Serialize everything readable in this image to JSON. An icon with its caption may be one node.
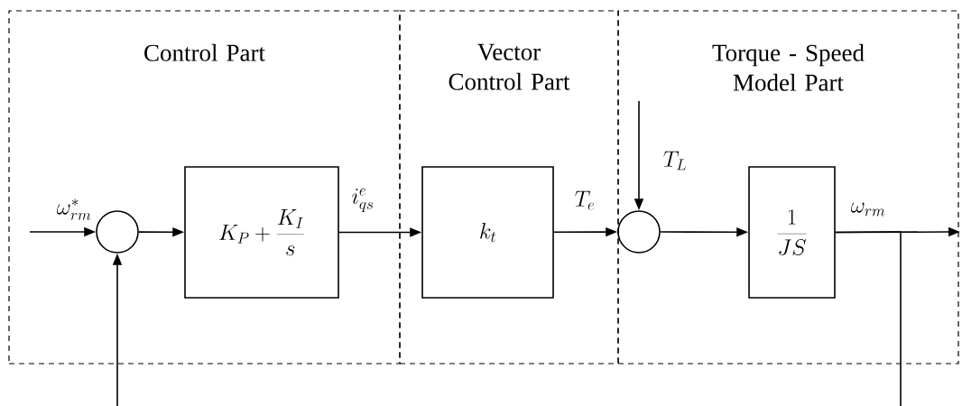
{
  "diagram": {
    "nodes": [
      {
        "text": [
          "Control  Part"
        ]
      },
      {
        "text": [
          "Vector Control Part"
        ]
      },
      {
        "text": [
          "Torque - Speed Model Part"
        ]
      },
      {
        "text": [],
        "shape": "circle",
        "in": 0
      },
      {
        "text": [
          "K_P + \\frac{K_I}{s}"
        ],
        "in": 0
      },
      {
        "text": [
          "k_t"
        ],
        "in": 1
      },
      {
        "text": [],
        "shape": "circle",
        "in": 2
      },
      {
        "text": [
          "\\frac{1}{JS}"
        ],
        "in": 2
      }
    ],
    "edges": [
      {
        "from": null,
        "to": 3,
        "arrow": "to",
        "label": "\\omega_{rm}^{*}"
      },
      {
        "from": 3,
        "to": 4,
        "arrow": "to"
      },
      {
        "from": 4,
        "to": 5,
        "arrow": "to",
        "label": "i_{qs}^{e}"
      },
      {
        "from": 5,
        "to": 6,
        "arrow": "to",
        "label": "T_e"
      },
      {
        "from": null,
        "to": 6,
        "arrow": "to",
        "label": "T_L"
      },
      {
        "from": 6,
        "to": 7,
        "arrow": "to"
      },
      {
        "from": 7,
        "to": null,
        "arrow": "to",
        "label": "\\omega_{rm}"
      },
      {
        "from": 7,
        "to": 3,
        "arrow": "to"
      }
    ]
  }
}
